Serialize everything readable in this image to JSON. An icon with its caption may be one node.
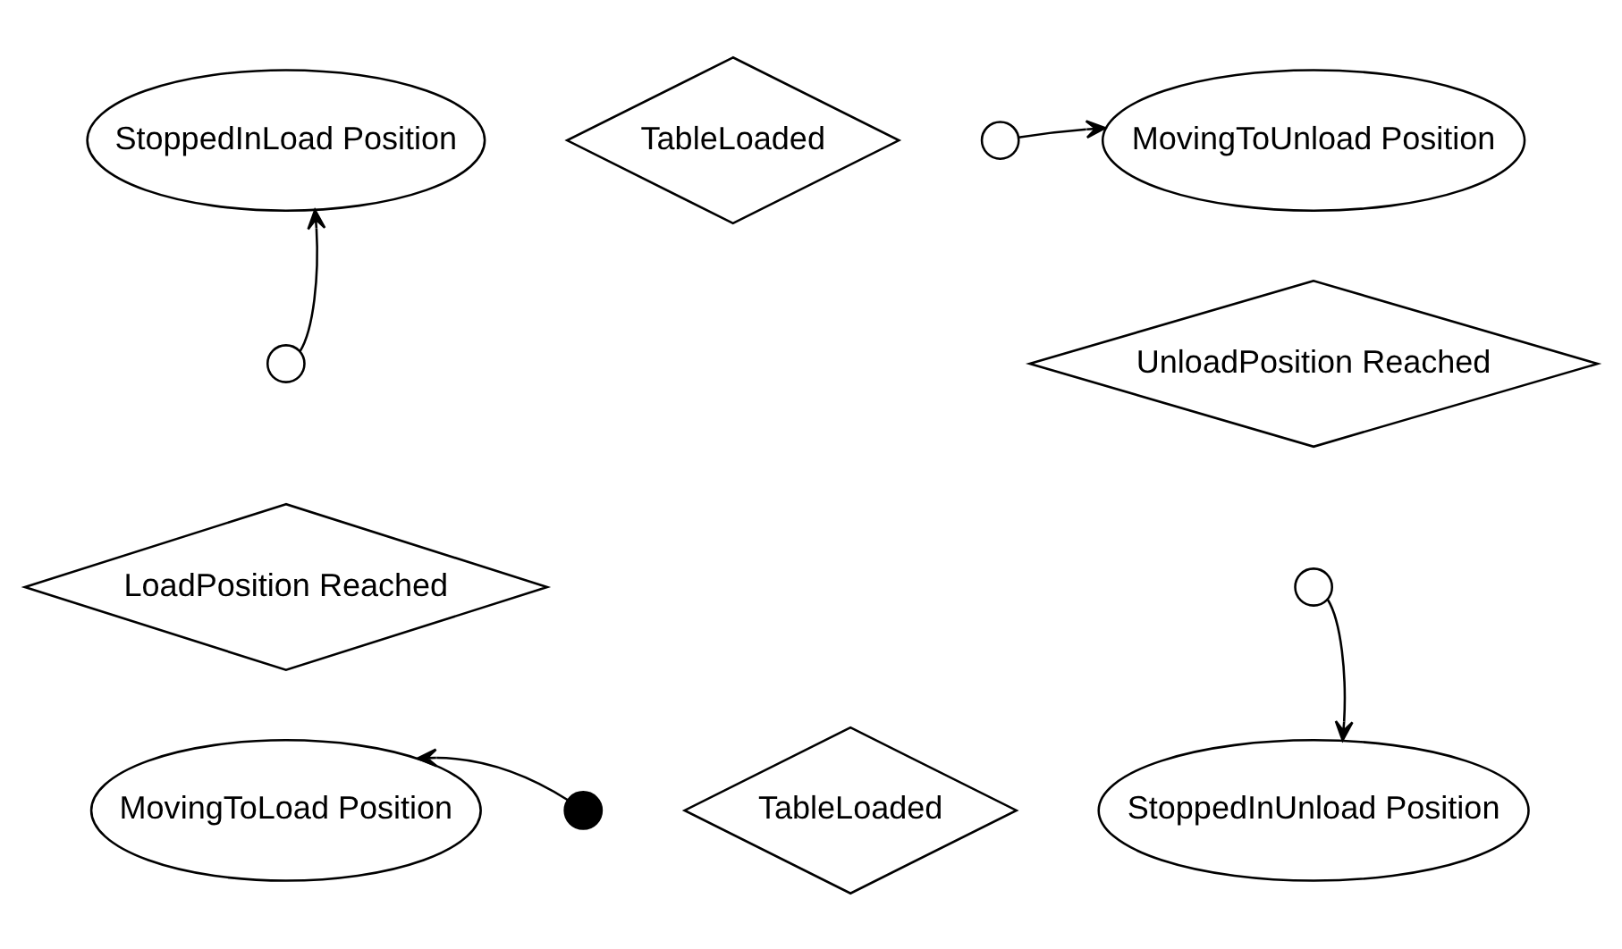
{
  "diagram": {
    "nodes": [
      {
        "text": [
          "StoppedInLoad Position"
        ]
      },
      {
        "text": [
          "TableLoaded"
        ]
      },
      {
        "text": [],
        "shape": "circle"
      },
      {
        "text": [
          "MovingToUnload Position"
        ]
      },
      {
        "text": [],
        "shape": "circle"
      },
      {
        "text": [
          "UnloadPosition Reached"
        ]
      },
      {
        "text": [
          "LoadPosition Reached"
        ]
      },
      {
        "text": [],
        "shape": "circle"
      },
      {
        "text": [
          "MovingToLoad Position"
        ]
      },
      {
        "text": [],
        "shape": "circle"
      },
      {
        "text": [
          "TableLoaded"
        ]
      },
      {
        "text": [
          "StoppedInUnload Position"
        ]
      }
    ],
    "edges": [
      {
        "from": 2,
        "to": 3,
        "arrow": "to"
      },
      {
        "from": 4,
        "to": 0,
        "arrow": "to"
      },
      {
        "from": 7,
        "to": 11,
        "arrow": "to"
      },
      {
        "from": 9,
        "to": 8,
        "arrow": "to"
      }
    ]
  }
}
